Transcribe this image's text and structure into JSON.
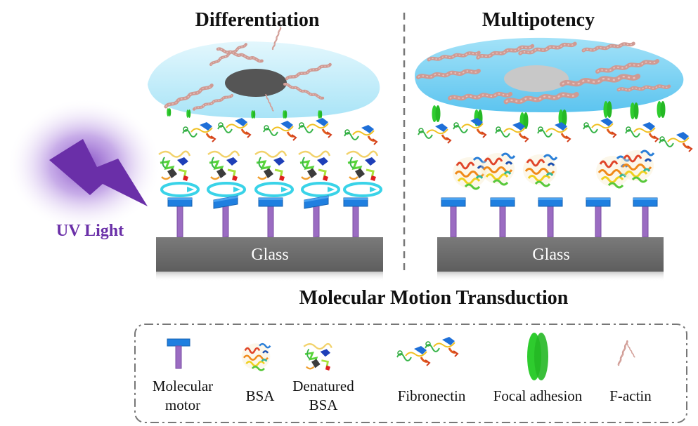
{
  "panels": {
    "left_title": "Differentiation",
    "right_title": "Multipotency"
  },
  "surface_label": "Glass",
  "stimulus_label": "UV Light",
  "main_caption": "Molecular Motion Transduction",
  "legend": {
    "items": [
      {
        "line1": "Molecular",
        "line2": "motor"
      },
      {
        "line1": "BSA",
        "line2": ""
      },
      {
        "line1": "Denatured",
        "line2": "BSA"
      },
      {
        "line1": "Fibronectin",
        "line2": ""
      },
      {
        "line1": "Focal adhesion",
        "line2": ""
      },
      {
        "line1": "F-actin",
        "line2": ""
      }
    ]
  },
  "colors": {
    "motor_head": "#1f7fe0",
    "motor_stem": "#9b6cc2",
    "glass": "#6e6e6e",
    "cell_left": "#c9eefa",
    "cell_right": "#7fd3f5",
    "nucleus_left": "#555555",
    "nucleus_right": "#c8c8c8",
    "focal_adhesion": "#2ecc2e",
    "f_actin": "#d09a94",
    "uv": "#6a2fa8",
    "cycle_arrow": "#39d3e8"
  }
}
